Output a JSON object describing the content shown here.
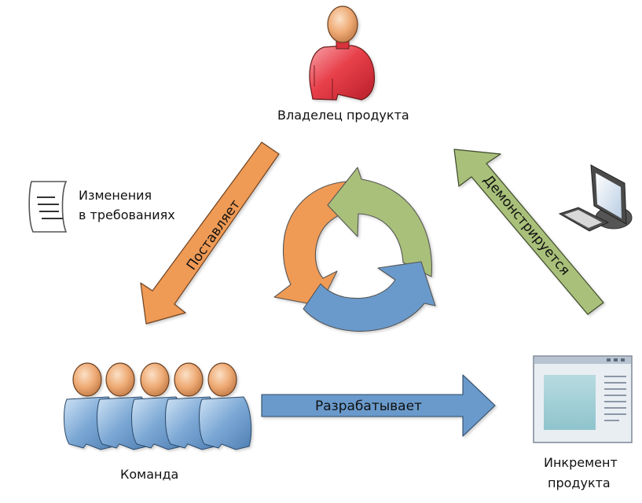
{
  "roles": {
    "product_owner": "Владелец продукта",
    "team": "Команда",
    "increment_line1": "Инкремент",
    "increment_line2": "продукта"
  },
  "artifacts": {
    "requirements_line1": "Изменения",
    "requirements_line2": "в требованиях"
  },
  "arrows": {
    "sets": "Поставляет",
    "develops": "Разрабатывает",
    "demonstrated": "Демонстрируется"
  },
  "colors": {
    "orange": "#ef9a55",
    "green": "#a9c07a",
    "blue": "#6a9acb",
    "owner_red": "#e8404b",
    "team_blue": "#7ba7d4",
    "skin": "#e9a56f",
    "outline": "#3a3a3a"
  },
  "icons": {
    "product_owner": "person-icon",
    "team": "people-group-icon",
    "requirements": "scroll-document-icon",
    "demo": "computer-monitor-icon",
    "increment": "application-window-icon",
    "cycle": "cycle-arrows-icon"
  }
}
